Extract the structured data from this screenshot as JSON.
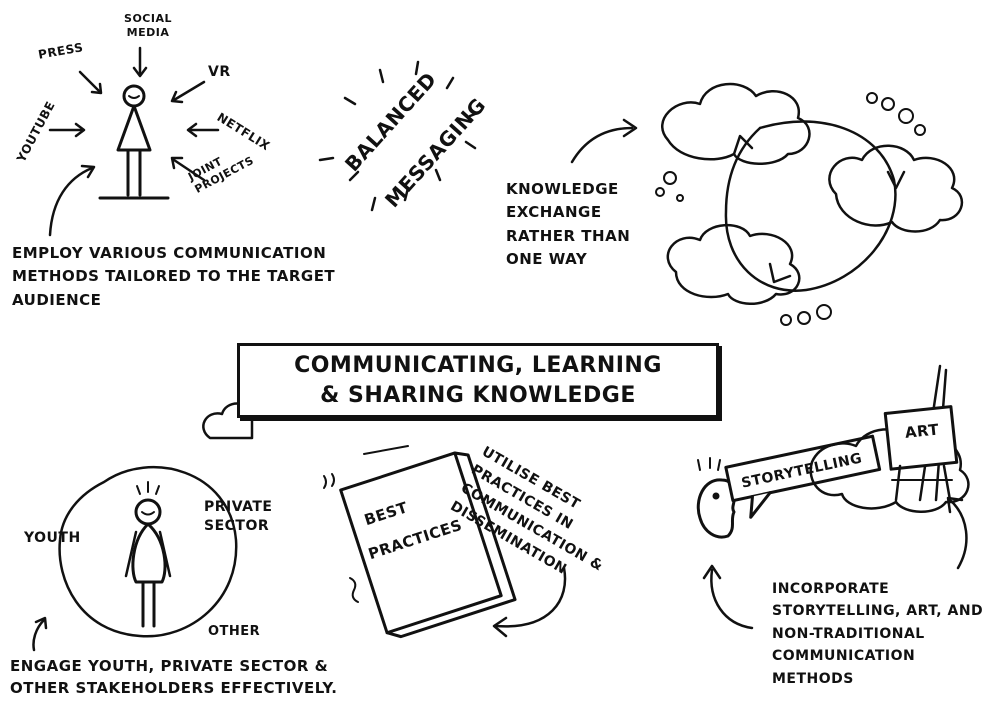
{
  "title": {
    "line1": "COMMUNICATING, LEARNING",
    "line2": "& SHARING KNOWLEDGE"
  },
  "audience": {
    "channels": [
      "SOCIAL MEDIA",
      "PRESS",
      "VR",
      "YOUTUBE",
      "NETFLIX",
      "JOINT PROJECTS"
    ],
    "caption": "EMPLOY VARIOUS COMMUNICATION METHODS TAILORED TO THE TARGET AUDIENCE"
  },
  "balanced": {
    "line1": "BALANCED",
    "line2": "MESSAGING"
  },
  "exchange": {
    "caption": "KNOWLEDGE EXCHANGE RATHER THAN ONE WAY"
  },
  "stakeholders": {
    "youth": "YOUTH",
    "private": "PRIVATE SECTOR",
    "other": "OTHER",
    "caption": "ENGAGE YOUTH, PRIVATE SECTOR & OTHER STAKEHOLDERS EFFECTIVELY."
  },
  "best_practices": {
    "book_line1": "BEST",
    "book_line2": "PRACTICES",
    "caption": "UTILISE BEST PRACTICES IN COMMUNICATION & DISSEMINATION"
  },
  "storytelling": {
    "bubble": "STORYTELLING",
    "easel": "ART",
    "caption": "INCORPORATE STORYTELLING, ART, AND NON-TRADITIONAL COMMUNICATION METHODS"
  }
}
